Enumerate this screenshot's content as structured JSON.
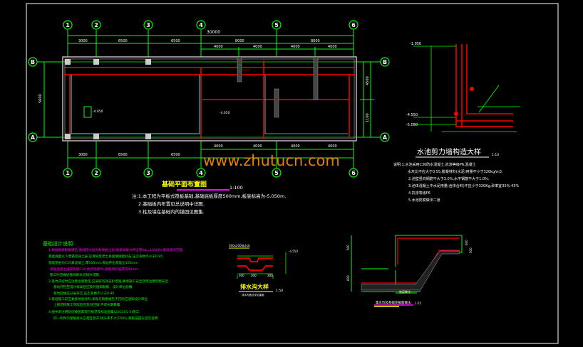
{
  "watermark": "www.zhutucn.com",
  "plan": {
    "title": "基础平面布置图",
    "scale": "1:100",
    "axes_x": [
      "1",
      "2",
      "3",
      "4",
      "5",
      "6"
    ],
    "axes_y": [
      "A",
      "B"
    ],
    "dim_total": "30000",
    "dims_top": [
      "3000",
      "6500",
      "6500",
      "8000",
      "8000"
    ],
    "dims_sub": [
      "4000",
      "4000",
      "4000",
      "4000"
    ],
    "dims_side": [
      "5600",
      "4500",
      "1100"
    ],
    "level_mark": "-4.050",
    "notes": [
      "注:1.本工程为平板式筏板基础,基础底板厚度500mm,板底标高为-5.050m.",
      "2.基础板内布置见总说明中详图.",
      "3.柱及墙在基础内的锚固见图集."
    ]
  },
  "wall_detail": {
    "title": "水池剪力墙构造大样",
    "scale": "1:10",
    "levels": [
      "-1.050",
      "-4.550",
      "-5.050"
    ],
    "notes": [
      "说明:1.水池采用C30防水混凝土,抗渗等级P6,混凝土",
      "水灰比不应大于0.55,胶凝材料(水泥)用量不小于320kg/m3.",
      "2.池壁竖向钢筋不大于3.0%,水平钢筋不大于1.0%.",
      "3.池体混凝土中水泥用量(含掺合料)不应小于320Kg,砂率宜35%-45%",
      "4.抗渗等级P6",
      "5.水池防腐做法二道"
    ]
  },
  "design_notes": {
    "title": "基础设计说明:",
    "items": [
      "1.根据地质勘察报告,基础持力层为粉质粘土层,地基承载力特征值fak=150kPa,基础埋深见图;",
      "基础底面以下若遇软弱土层,应清除至老土并回填级配砂石,压实系数不小于0.95.",
      "基础垫层为C15素混凝土,厚100mm,每边伸出基础边100mm.",
      "基础混凝土强度等级C30,抗渗等级P6,钢筋保护层厚度40mm.",
      "施工时应做好基坑降水与排水措施.",
      "2.基坑开挖时应注意边坡稳定,应采取有效支护措施,确保施工安全及周边建筑物安全.",
      "基坑开挖至设计标高后应及时通知勘察、设计单位验槽.",
      "基坑回填应分层夯实,压实系数不小于0.94.",
      "3.基础施工前应复核地质资料,发现与勘察报告不符时应通知设计单位.",
      "上部结构施工完成后应及时回填,不得长期暴露.",
      "4.图中未注明处均按国家现行规范及标准图集(22G101-3)施工,",
      "同一构件内钢筋接头应相互错开,接头率不大于50%,钢筋锚固长度见说明."
    ]
  },
  "drain_detail": {
    "title": "排水沟大样",
    "scale": "1:50",
    "subtitle": "排水沟做法详见建施",
    "label": "300x200排水沟",
    "dims": [
      "300",
      "300",
      "300",
      "300"
    ],
    "level": "-4.550"
  },
  "step_detail": {
    "title": "集水坑及基础变截面做法",
    "scale": "1:25",
    "dims": [
      "500",
      "600",
      "600",
      "500"
    ],
    "label": "垫层做法"
  },
  "colors": {
    "axis": "#00ff00",
    "wall": "#ff0000",
    "text": "#ffffff",
    "title": "#ffff00",
    "accent": "#ff00ff",
    "watermark": "#ff8c00"
  }
}
